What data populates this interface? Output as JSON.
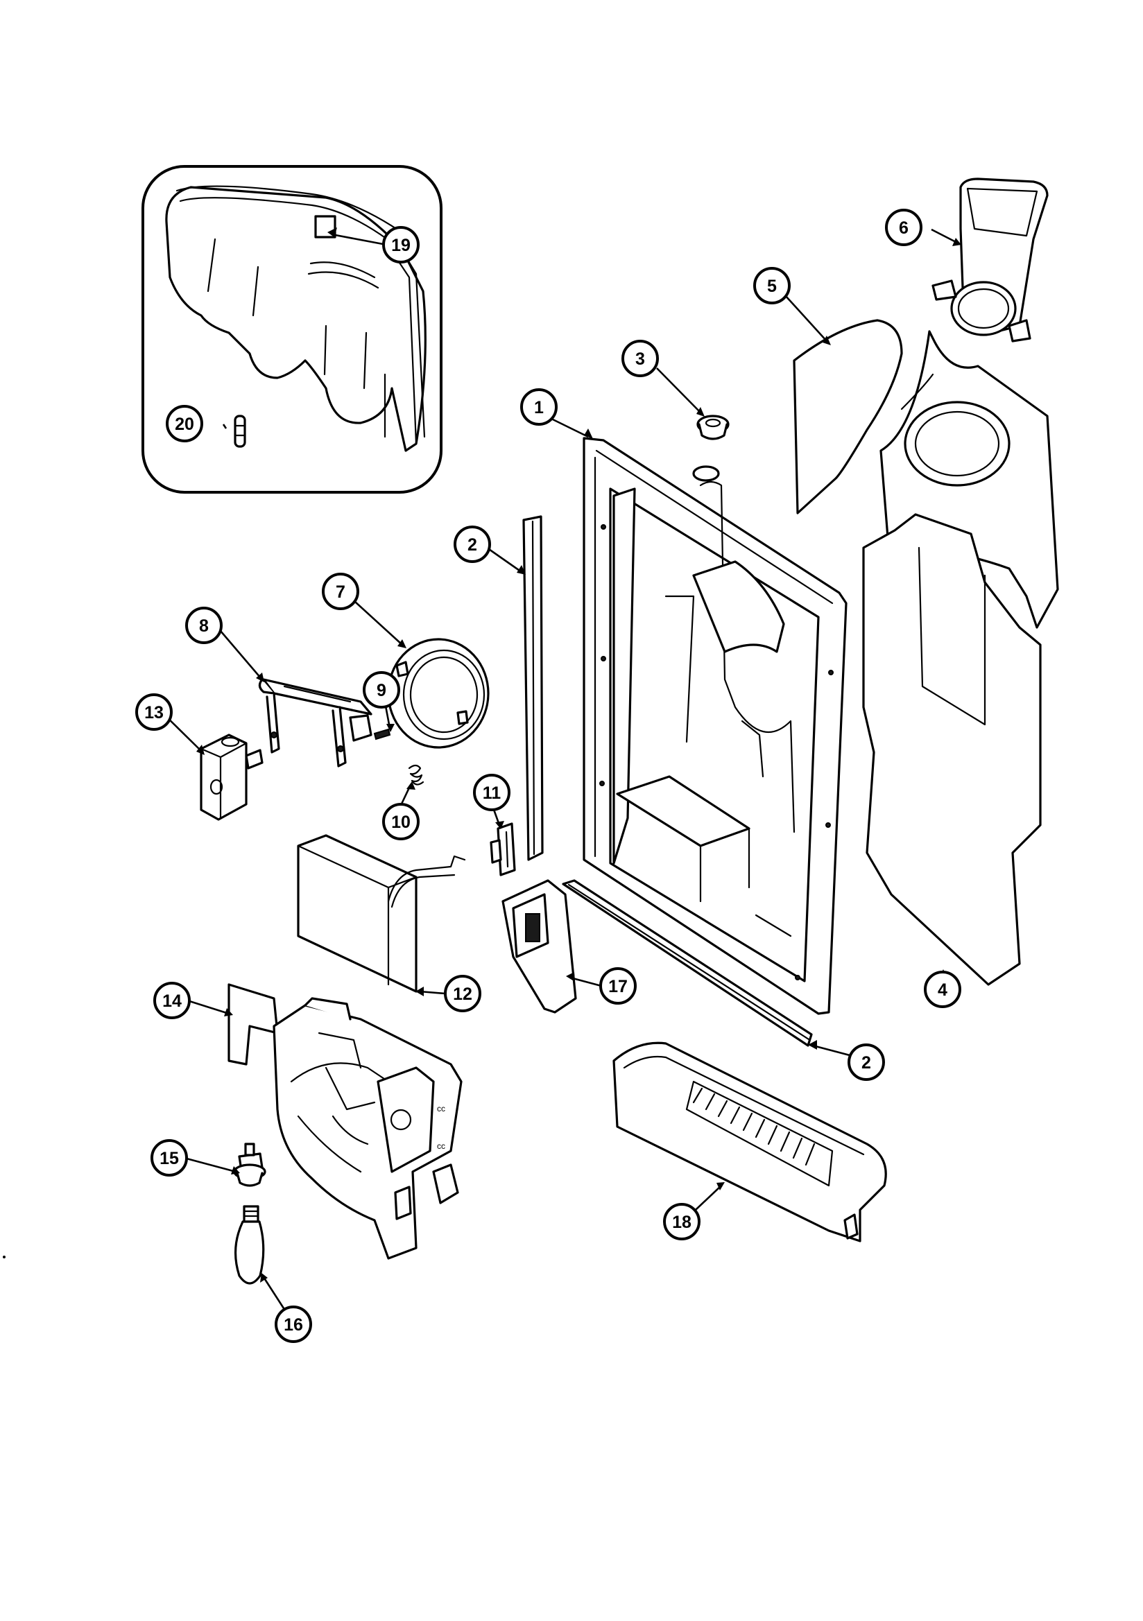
{
  "diagram": {
    "callouts": [
      {
        "id": "c1",
        "label": "1",
        "part": "dispenser-housing"
      },
      {
        "id": "c2a",
        "label": "2",
        "part": "trim-strip-side"
      },
      {
        "id": "c2b",
        "label": "2",
        "part": "trim-strip-bottom"
      },
      {
        "id": "c3",
        "label": "3",
        "part": "plug"
      },
      {
        "id": "c4",
        "label": "4",
        "part": "insulation-panel"
      },
      {
        "id": "c5",
        "label": "5",
        "part": "insulation-cover"
      },
      {
        "id": "c6",
        "label": "6",
        "part": "ice-chute"
      },
      {
        "id": "c7",
        "label": "7",
        "part": "chute-door"
      },
      {
        "id": "c8",
        "label": "8",
        "part": "lever-bracket"
      },
      {
        "id": "c9",
        "label": "9",
        "part": "pin"
      },
      {
        "id": "c10",
        "label": "10",
        "part": "spring"
      },
      {
        "id": "c11",
        "label": "11",
        "part": "switch"
      },
      {
        "id": "c12",
        "label": "12",
        "part": "control-board"
      },
      {
        "id": "c13",
        "label": "13",
        "part": "solenoid"
      },
      {
        "id": "c14",
        "label": "14",
        "part": "dispenser-assembly"
      },
      {
        "id": "c15",
        "label": "15",
        "part": "lamp-socket"
      },
      {
        "id": "c16",
        "label": "16",
        "part": "light-bulb"
      },
      {
        "id": "c17",
        "label": "17",
        "part": "actuator-pad"
      },
      {
        "id": "c18",
        "label": "18",
        "part": "drip-tray"
      },
      {
        "id": "c19",
        "label": "19",
        "part": "water-tank"
      },
      {
        "id": "c20",
        "label": "20",
        "part": "fitting"
      }
    ]
  }
}
